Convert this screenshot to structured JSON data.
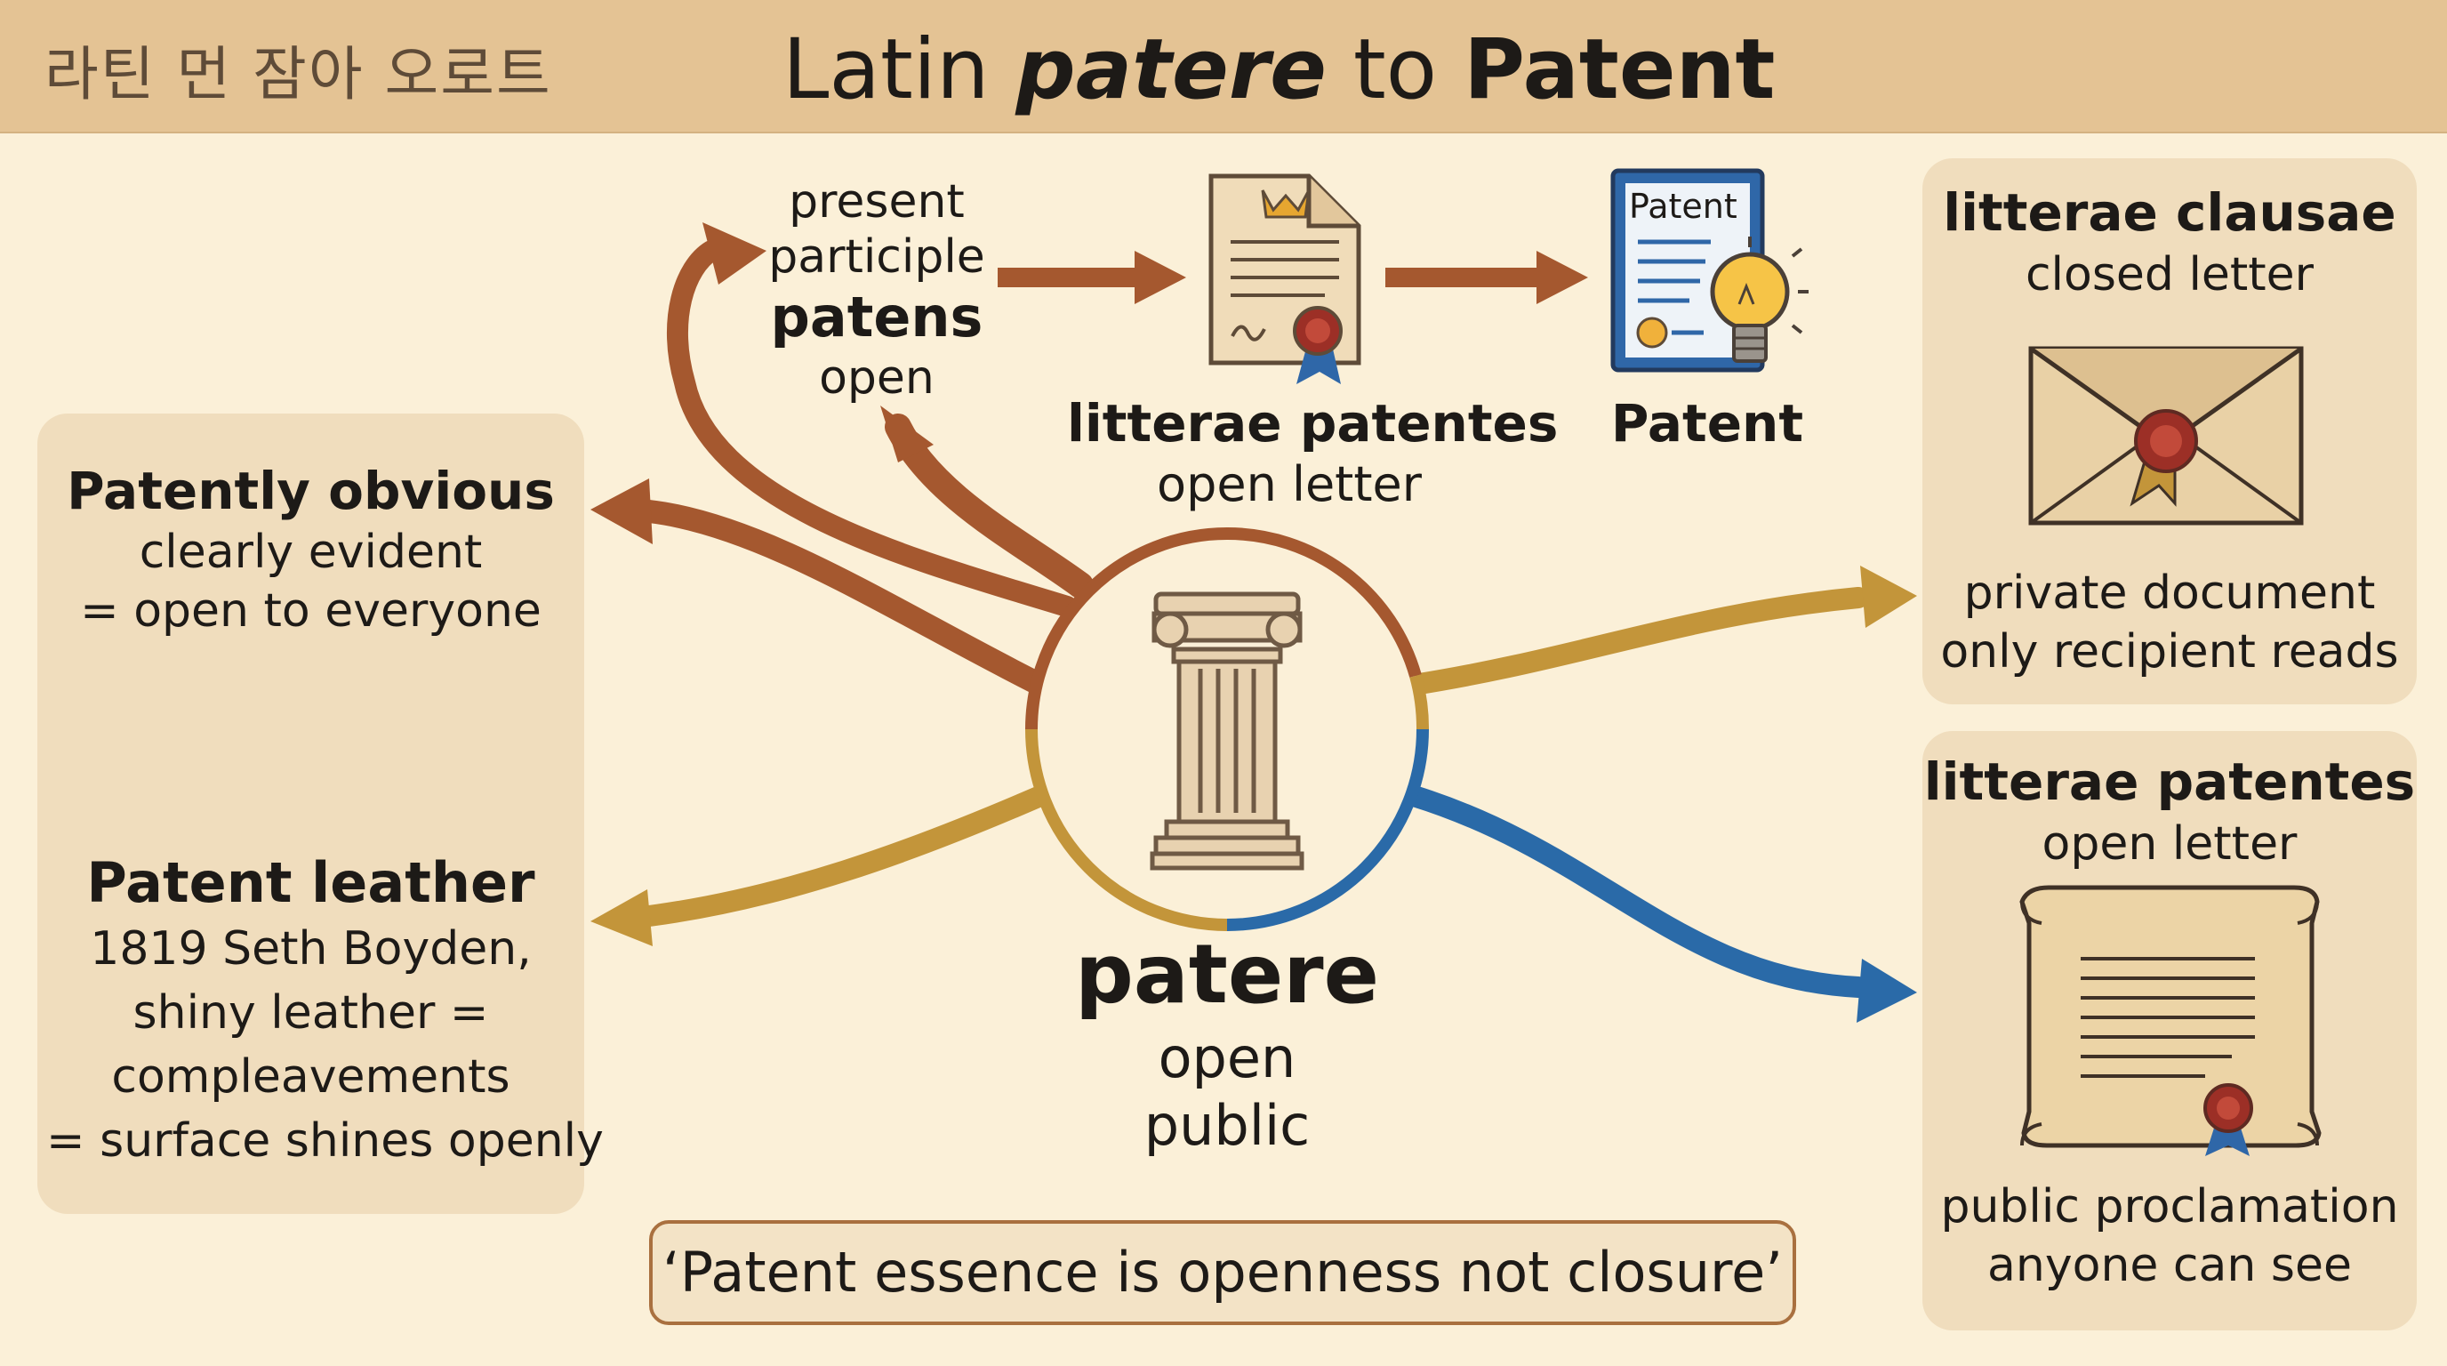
{
  "header": {
    "brand": "라틴 먼 잠아 오로트",
    "title_pre": "Latin ",
    "title_em": "patere",
    "title_mid": " to ",
    "title_bold": "Patent"
  },
  "center": {
    "word": "patere",
    "meaning1": "open",
    "meaning2": "public",
    "icon": "column-icon"
  },
  "flow": {
    "participle_l1": "present",
    "participle_l2": "participle",
    "participle_word": "patens",
    "participle_meaning": "open",
    "doc_title": "litterae patentes",
    "doc_meaning": "open letter",
    "doc_icon": "certificate-icon",
    "patent_label": "Patent",
    "patent_badge": "Patent",
    "patent_icon": "lightbulb-icon"
  },
  "left_panel": {
    "obvious_title": "Patently obvious",
    "obvious_l1": "clearly evident",
    "obvious_l2": "= open to everyone",
    "leather_title": "Patent leather",
    "leather_l1": "1819 Seth Boyden,",
    "leather_l2": "shiny leather =",
    "leather_l3": "compleavements",
    "leather_l4": "= surface shines openly"
  },
  "right_top": {
    "title": "litterae clausae",
    "subtitle": "closed letter",
    "desc1": "private document",
    "desc2": "only recipient reads",
    "icon": "sealed-envelope-icon"
  },
  "right_bottom": {
    "title": "litterae patentes",
    "subtitle": "open letter",
    "desc1": "public proclamation",
    "desc2": "anyone can see",
    "icon": "scroll-icon"
  },
  "quote": "‘Patent essence is openness not closure’",
  "colors": {
    "header_bg": "#e4c394",
    "page_bg": "#fbf0d8",
    "panel_bg": "#f0ddbd",
    "arrow_brown": "#a5582f",
    "arrow_gold": "#c3953a",
    "arrow_blue": "#2a6aa8"
  }
}
